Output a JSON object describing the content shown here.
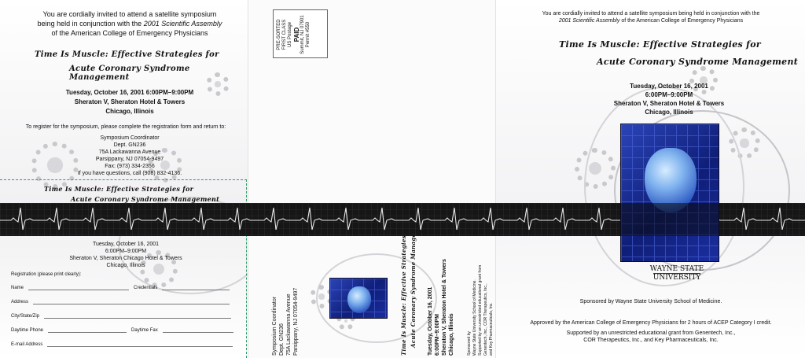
{
  "colors": {
    "ekg_band": "#161616",
    "ekg_trace": "#e8e8e8",
    "heart_blue": "#1b2e9e",
    "fold_line": "#2f9a6a"
  },
  "left": {
    "invite_line1": "You are cordially invited to attend a satellite symposium",
    "invite_line2_pre": "being held in conjunction with the ",
    "invite_line2_em": "2001 Scientific Assembly",
    "invite_line3": "of the American College of Emergency Physicians",
    "title_line1": "Time Is Muscle:  Effective Strategies for",
    "title_line2": "Acute Coronary Syndrome Management",
    "date": "Tuesday, October 16, 2001  6:00PM–9:00PM",
    "venue": "Sheraton V,  Sheraton Hotel & Towers",
    "city": "Chicago, Illinois",
    "register_text": "To register for the symposium, please complete the registration form and return to:",
    "address": [
      "Symposium Coordinator",
      "Dept. GN236",
      "75A Lackawanna Avenue",
      "Parsippany, NJ  07054-9497",
      "Fax:  (973) 334-2356",
      "If you have questions, call (908) 832-4136."
    ]
  },
  "form": {
    "title_line1": "Time Is Muscle:  Effective Strategies for",
    "title_line2": "Acute Coronary Syndrome Management",
    "date": "Tuesday, October 16, 2001",
    "time": "6:00PM–9:00PM",
    "venue": "Sheraton V,  Sheraton Chicago Hotel & Towers",
    "city": "Chicago, Illinois",
    "intro": "Registration (please print clearly):",
    "name_label": "Name",
    "credentials_label": "Credentials",
    "address_label": "Address",
    "citystatezip_label": "City/State/Zip",
    "dayphone_label": "Daytime Phone",
    "dayfax_label": "Daytime Fax",
    "email_label": "E-mail Address"
  },
  "middle": {
    "stamp_lines": [
      "PRE-SORTED",
      "FIRST CLASS",
      "US Postage",
      "PAID",
      "Summit, NJ 07901",
      "Permit #550"
    ],
    "return_address": [
      "Symposium Coordinator",
      "Dept. GN236",
      "75A Lackawanna Avenue",
      "Parsippany, NJ  07054-9497"
    ],
    "title_line1": "Time Is Muscle:  Effective Strategies for",
    "title_line2": "Acute Coronary Syndrome Management",
    "date": "Tuesday, October 16, 2001",
    "time": "6:00PM–9:00PM",
    "venue": "Sheraton V,  Sheraton Hotel & Towers",
    "city": "Chicago, Illinois",
    "sponsor_lines": [
      "Sponsored by",
      "Wayne State University School of Medicine.",
      "Supported by an unrestricted educational grant from",
      "Genentech, Inc., COR Therapeutics, Inc.,",
      "and Key Pharmaceuticals, Inc."
    ]
  },
  "right": {
    "invite_line1": "You are cordially invited to attend a satellite symposium being held in conjunction with the",
    "invite_line2_em": "2001 Scientific Assembly",
    "invite_line2_post": " of the American College of Emergency Physicians",
    "title_line1": "Time Is Muscle:  Effective Strategies for",
    "title_line2": "Acute Coronary Syndrome Management",
    "date": "Tuesday, October 16, 2001",
    "time": "6:00PM–9:00PM",
    "venue": "Sheraton V, Sheraton Hotel & Towers",
    "city": "Chicago, Illinois",
    "logo_line1": "WAYNE STATE",
    "logo_line2": "UNIVERSITY",
    "sponsor": "Sponsored by Wayne State University School of Medicine.",
    "approval": "Approved by the American College of Emergency Physicians for 2 hours of ACEP Category I credit.",
    "grant_line1": "Supported by an unrestricted educational grant from Genentech, Inc.,",
    "grant_line2": "COR Therapeutics, Inc., and Key Pharmaceuticals, Inc."
  }
}
